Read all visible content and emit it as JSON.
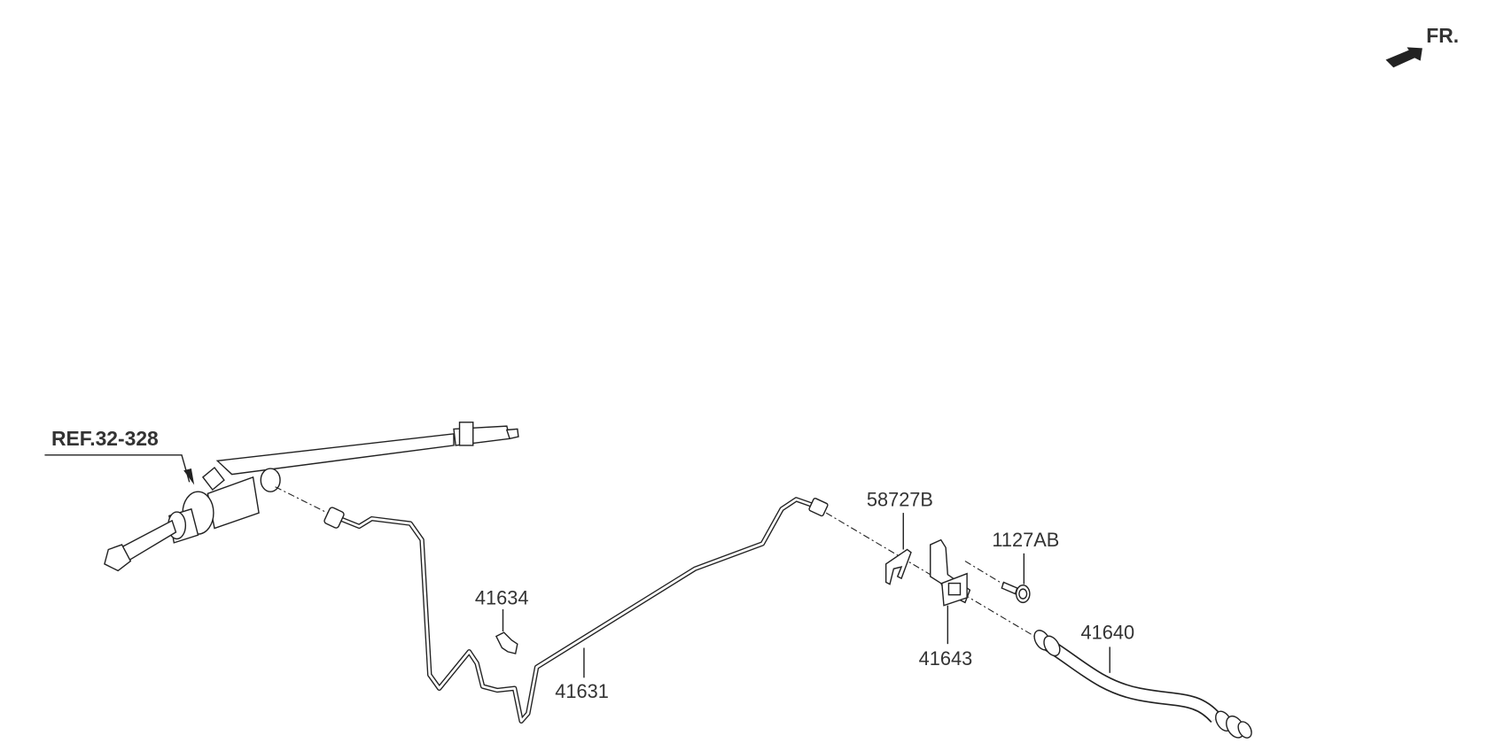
{
  "orientation": {
    "label": "FR."
  },
  "reference": {
    "label": "REF.32-328"
  },
  "parts": [
    {
      "number": "41634"
    },
    {
      "number": "41631"
    },
    {
      "number": "58727B"
    },
    {
      "number": "1127AB"
    },
    {
      "number": "41643"
    },
    {
      "number": "41640"
    }
  ]
}
